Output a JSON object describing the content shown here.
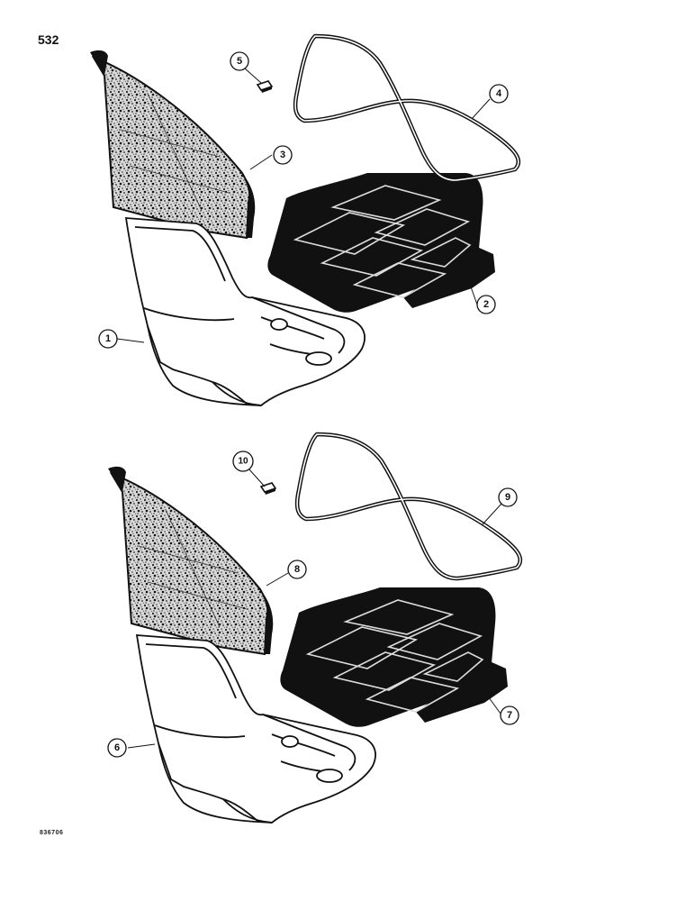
{
  "page_number": "532",
  "figure_code": "836706",
  "colors": {
    "ink": "#111111",
    "paper": "#ffffff",
    "speckle": "#555555"
  },
  "callouts": [
    {
      "id": "c1",
      "label": "1"
    },
    {
      "id": "c2",
      "label": "2"
    },
    {
      "id": "c3",
      "label": "3"
    },
    {
      "id": "c4",
      "label": "4"
    },
    {
      "id": "c5",
      "label": "5"
    },
    {
      "id": "c6",
      "label": "6"
    },
    {
      "id": "c7",
      "label": "7"
    },
    {
      "id": "c8",
      "label": "8"
    },
    {
      "id": "c9",
      "label": "9"
    },
    {
      "id": "c10",
      "label": "10"
    }
  ]
}
